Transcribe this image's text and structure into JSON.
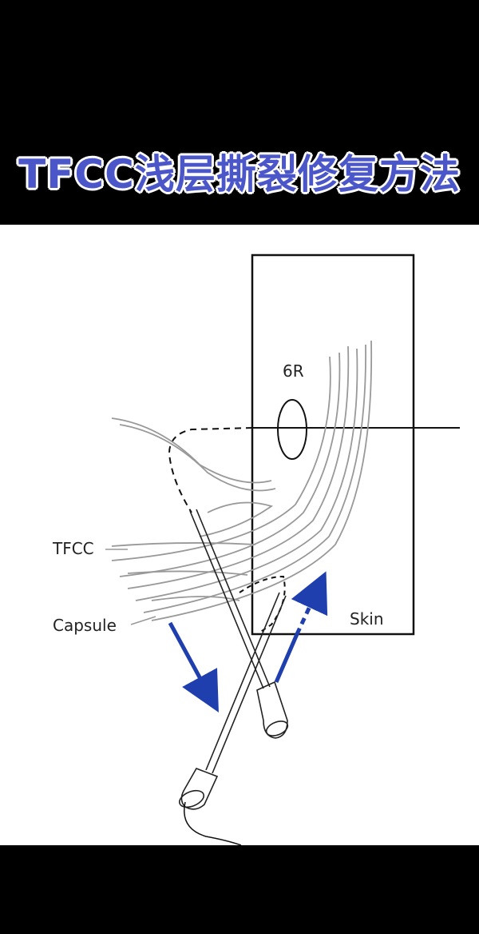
{
  "title": "TFCC浅层撕裂修复方法",
  "labels": {
    "portal": "6R",
    "tfcc": "TFCC",
    "capsule": "Capsule",
    "skin": "Skin"
  },
  "colors": {
    "title": "#4b56c9",
    "arrow": "#1f3fae",
    "background_bar": "#000000",
    "figure_bg": "#ffffff"
  }
}
